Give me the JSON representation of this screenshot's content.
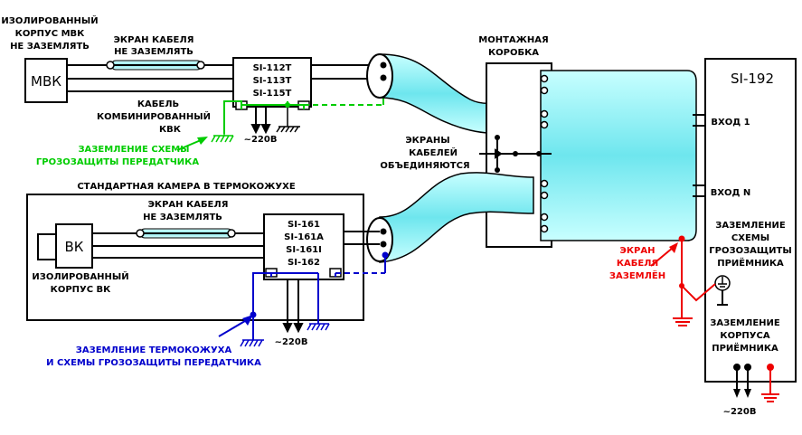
{
  "colors": {
    "cyan": "#8ef0f0",
    "green": "#00cc00",
    "blue": "#0000cc",
    "red": "#ee0000"
  },
  "top": {
    "isolated_body_mvk": [
      "ИЗОЛИРОВАННЫЙ",
      "КОРПУС МВК",
      "НЕ ЗАЗЕМЛЯТЬ"
    ],
    "mvk": "МВК",
    "cable_shield": [
      "ЭКРАН КАБЕЛЯ",
      "НЕ ЗАЗЕМЛЯТЬ"
    ],
    "transmitter": [
      "SI-112T",
      "SI-113T",
      "SI-115T"
    ],
    "combined_cable": [
      "КАБЕЛЬ",
      "КОМБИНИРОВАННЫЙ",
      "КВК"
    ],
    "mains": "~220В",
    "ground_label": [
      "ЗАЗЕМЛЕНИЕ СХЕМЫ",
      "ГРОЗОЗАЩИТЫ ПЕРЕДАТЧИКА"
    ]
  },
  "junction": {
    "title": [
      "МОНТАЖНАЯ",
      "КОРОБКА"
    ],
    "shields_joined": [
      "ЭКРАНЫ",
      "КАБЕЛЕЙ",
      "ОБЪЕДИНЯЮТСЯ"
    ]
  },
  "bottom": {
    "housing_title": "СТАНДАРТНАЯ КАМЕРА В ТЕРМОКОЖУХЕ",
    "vk": "ВК",
    "cable_shield": [
      "ЭКРАН КАБЕЛЯ",
      "НЕ ЗАЗЕМЛЯТЬ"
    ],
    "isolated_body_vk": [
      "ИЗОЛИРОВАННЫЙ",
      "КОРПУС ВК"
    ],
    "transmitter": [
      "SI-161",
      "SI-161А",
      "SI-161I",
      "SI-162"
    ],
    "mains": "~220В",
    "ground_label": [
      "ЗАЗЕМЛЕНИЕ ТЕРМОКОЖУХА",
      "И СХЕМЫ ГРОЗОЗАЩИТЫ ПЕРЕДАТЧИКА"
    ]
  },
  "receiver": {
    "title": "SI-192",
    "input1": "ВХОД 1",
    "inputN": "ВХОД N",
    "shield_grounded": [
      "ЭКРАН",
      "КАБЕЛЯ",
      "ЗАЗЕМЛЁН"
    ],
    "protection_ground": [
      "ЗАЗЕМЛЕНИЕ",
      "СХЕМЫ",
      "ГРОЗОЗАЩИТЫ",
      "ПРИЁМНИКА"
    ],
    "case_ground": [
      "ЗАЗЕМЛЕНИЕ",
      "КОРПУСА",
      "ПРИЁМНИКА"
    ],
    "mains": "~220В"
  }
}
